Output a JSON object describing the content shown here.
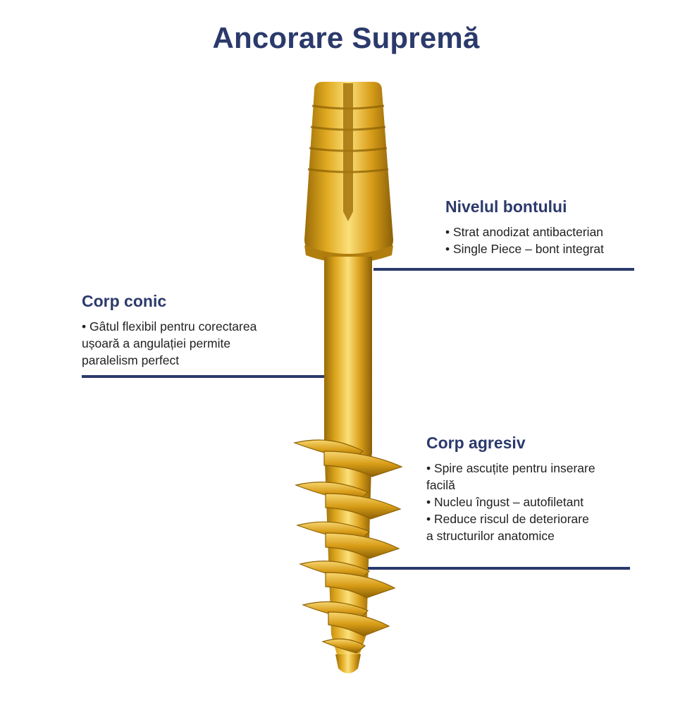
{
  "title": "Ancorare Supremă",
  "sections": {
    "abutment": {
      "heading": "Nivelul bontului",
      "bullets": [
        "• Strat anodizat antibacterian",
        "• Single Piece – bont integrat"
      ]
    },
    "conic": {
      "heading": "Corp conic",
      "bullets": [
        "• Gâtul flexibil pentru corectarea",
        "ușoară a angulației permite",
        "paralelism perfect"
      ]
    },
    "aggressive": {
      "heading": "Corp agresiv",
      "bullets": [
        "• Spire ascuțite pentru inserare",
        "facilă",
        "• Nucleu îngust – autofiletant",
        "• Reduce riscul de deteriorare",
        "a structurilor anatomice"
      ]
    }
  },
  "colors": {
    "accent": "#2b3a6b",
    "gold": "#d9a21c",
    "gold_light": "#f6d36a",
    "gold_dark": "#9a6c08"
  }
}
